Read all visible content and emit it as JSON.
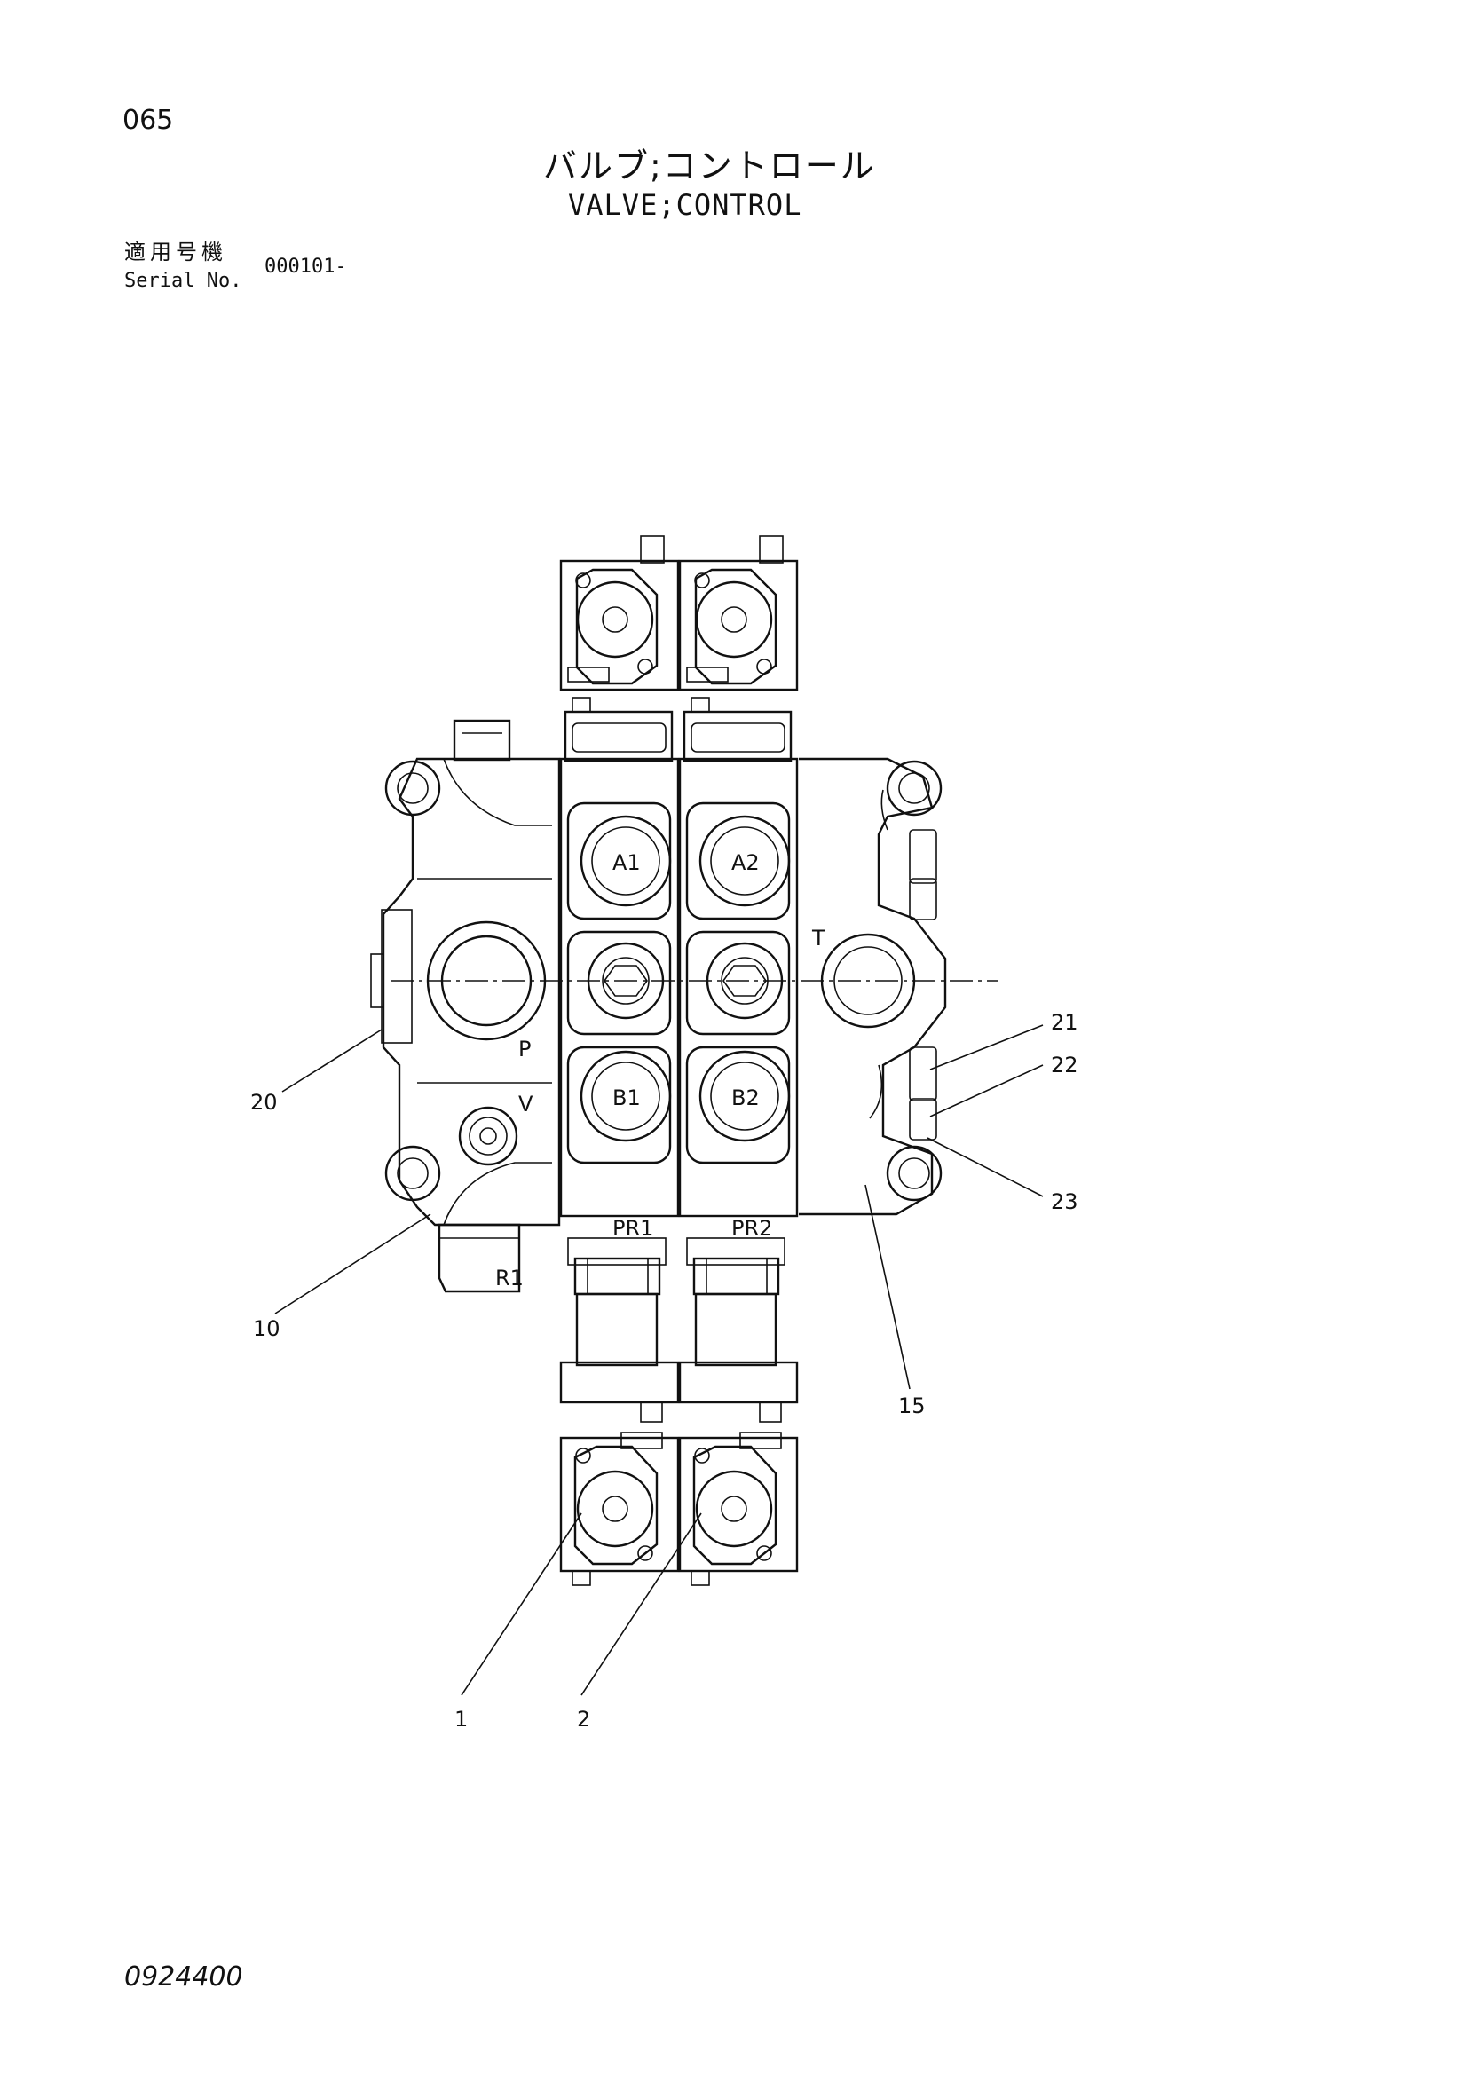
{
  "header": {
    "page_number": "065",
    "title_jp": "バルブ;コントロール",
    "title_en": "VALVE;CONTROL",
    "serial_label_jp": "適用号機",
    "serial_label_en": "Serial No.",
    "serial_value": "000101-"
  },
  "diagram": {
    "port_labels": {
      "a1": "A1",
      "a2": "A2",
      "b1": "B1",
      "b2": "B2",
      "t": "T",
      "p": "P",
      "v": "V",
      "r1": "R1",
      "pr1": "PR1",
      "pr2": "PR2"
    },
    "callouts": {
      "c1": "1",
      "c2": "2",
      "c10": "10",
      "c15": "15",
      "c20": "20",
      "c21": "21",
      "c22": "22",
      "c23": "23"
    }
  },
  "footer": {
    "doc_code": "0924400"
  }
}
